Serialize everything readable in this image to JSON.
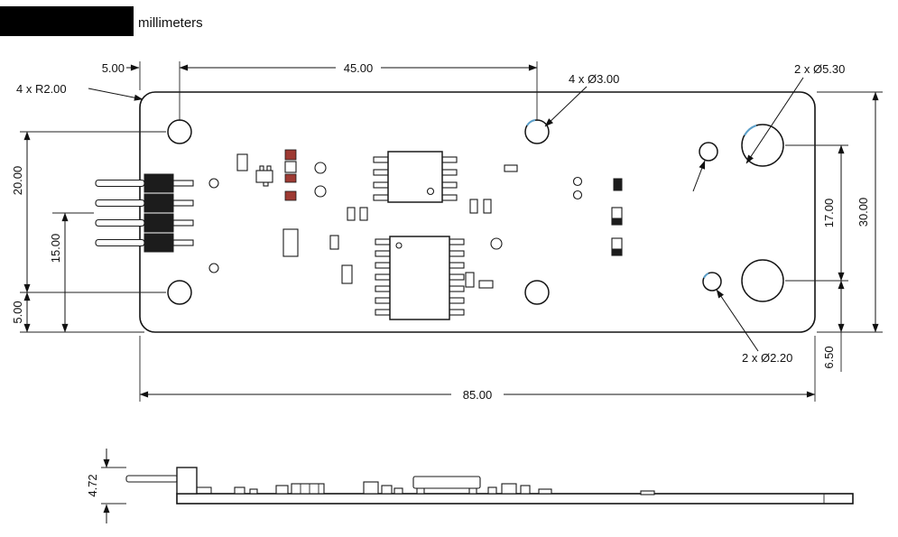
{
  "header": {
    "units_label": "millimeters"
  },
  "top_view": {
    "dim_edge_to_hole": "5.00",
    "dim_hole_spacing_h": "45.00",
    "label_mounting_holes": "4 x Ø3.00",
    "label_large_holes": "2 x Ø5.30",
    "label_corner_radius": "4 x R2.00",
    "dim_hole_spacing_v": "20.00",
    "dim_header_offset": "15.00",
    "dim_hole_to_bottom": "5.00",
    "dim_large_hole_spacing": "17.00",
    "dim_board_height": "30.00",
    "dim_large_hole_to_edge": "6.50",
    "dim_board_width": "85.00",
    "label_small_holes": "2 x Ø2.20"
  },
  "side_view": {
    "dim_height": "4.72"
  }
}
